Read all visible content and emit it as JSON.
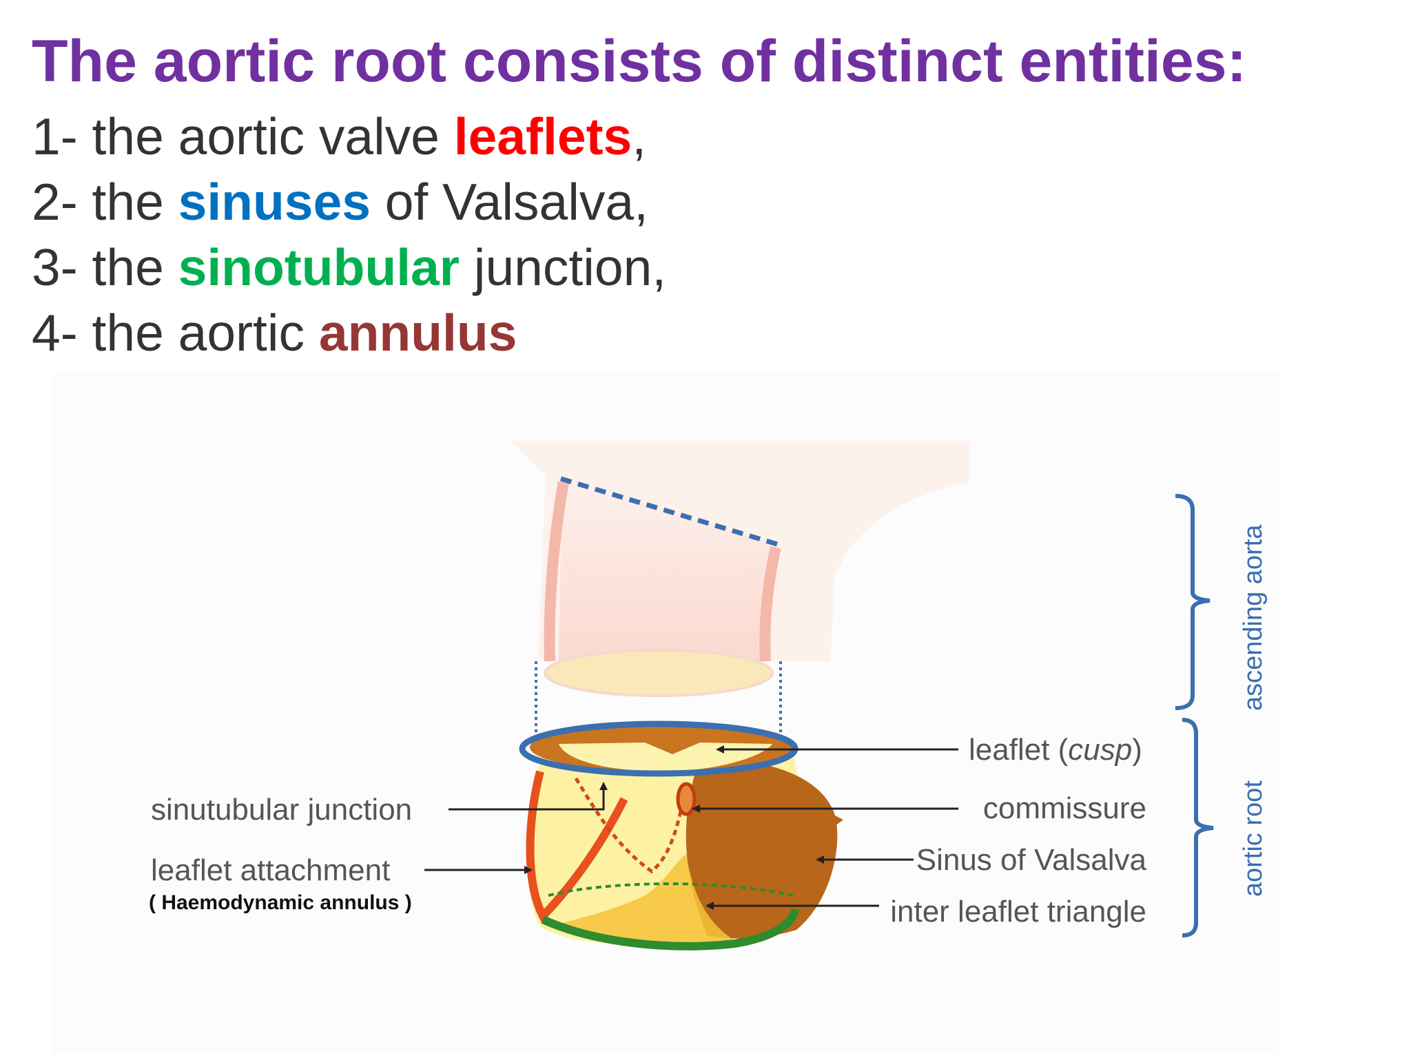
{
  "slide": {
    "title": "The aortic root consists of distinct entities:",
    "items": [
      {
        "prefix": "1- the aortic valve ",
        "highlight": "leaflets",
        "highlight_color": "#ff0000",
        "suffix": ","
      },
      {
        "prefix": "2- the ",
        "highlight": "sinuses",
        "highlight_color": "#0070c0",
        "suffix": " of Valsalva,"
      },
      {
        "prefix": "3- the ",
        "highlight": "sinotubular",
        "highlight_color": "#00b050",
        "suffix": " junction,"
      },
      {
        "prefix": "4- the aortic  ",
        "highlight": "annulus",
        "highlight_color": "#953735",
        "suffix": ""
      }
    ]
  },
  "diagram": {
    "left_labels": {
      "sinotubular_junction": "sinutubular junction",
      "leaflet_attachment": "leaflet attachment",
      "haemodynamic_annulus": "( Haemodynamic annulus )"
    },
    "right_labels": {
      "leaflet": "leaflet (",
      "leaflet_italic": "cusp",
      "leaflet_close": ")",
      "commissure": "commissure",
      "sinus_of_valsalva": "Sinus of Valsalva",
      "inter_leaflet_triangle": "inter leaflet triangle"
    },
    "bracket_labels": {
      "ascending_aorta": "ascending aorta",
      "aortic_root": "aortic root"
    }
  },
  "colors": {
    "title": "#7030a0",
    "body_text": "#333333",
    "bracket_blue": "#3a6fb0",
    "leaflet_red": "#e8501e",
    "annulus_green": "#2e8b2e"
  }
}
